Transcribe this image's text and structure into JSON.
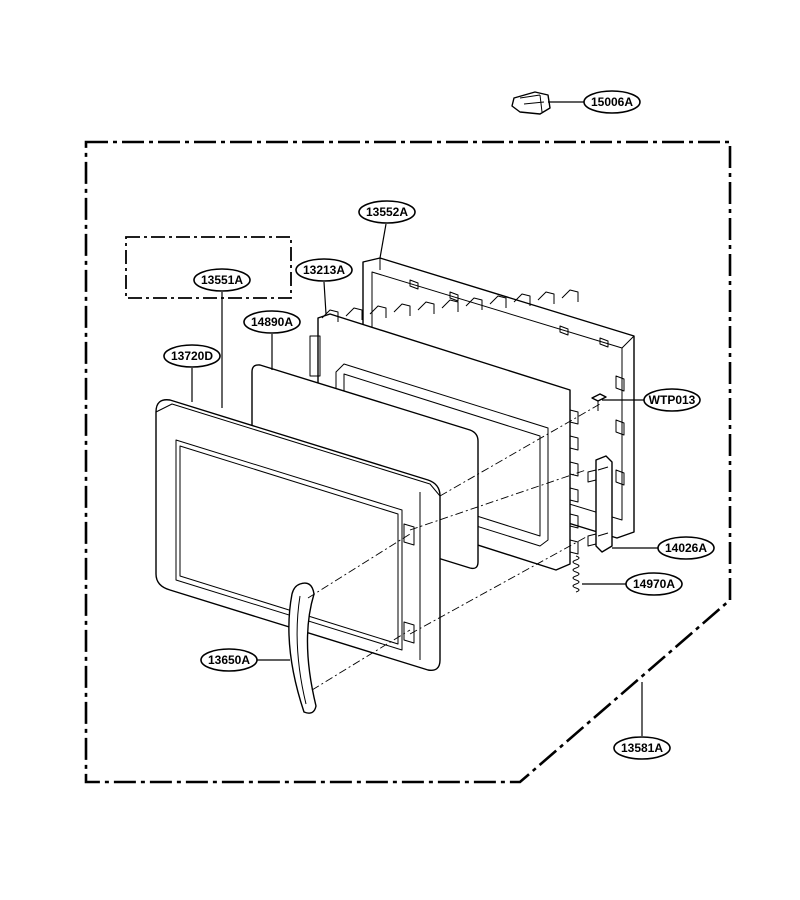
{
  "callouts": {
    "part_15006A": "15006A",
    "part_13552A": "13552A",
    "part_13213A": "13213A",
    "part_13551A": "13551A",
    "part_14890A": "14890A",
    "part_13720D": "13720D",
    "part_WTP013": "WTP013",
    "part_14026A": "14026A",
    "part_14970A": "14970A",
    "part_13650A": "13650A",
    "part_13581A": "13581A"
  }
}
